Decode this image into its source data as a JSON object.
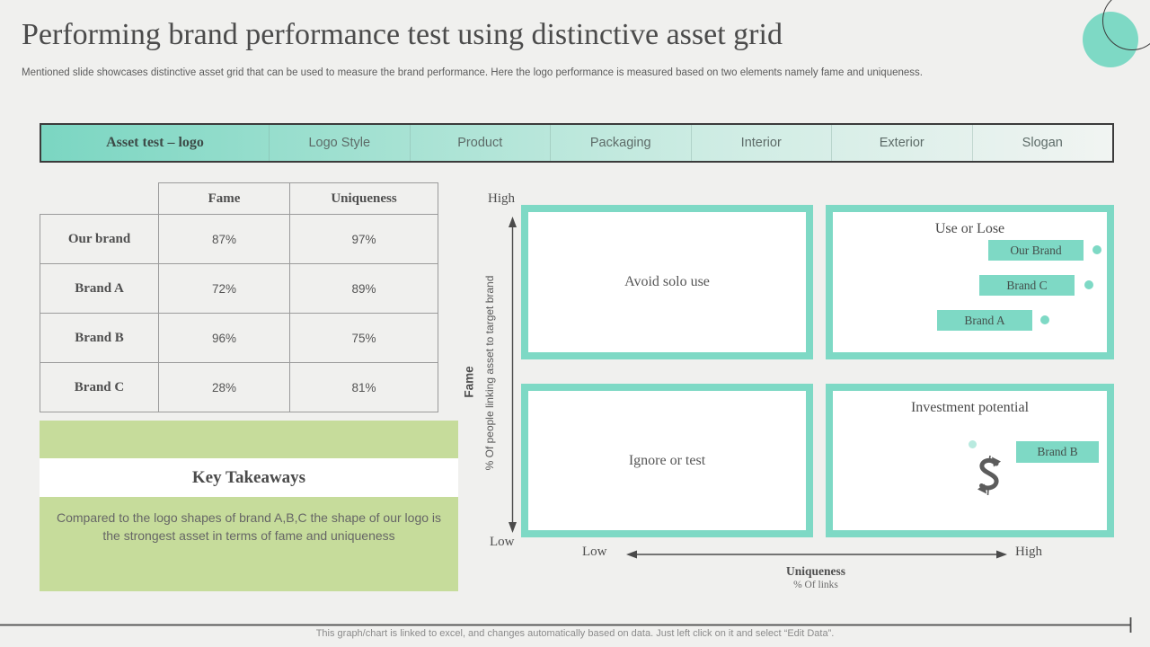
{
  "slide": {
    "title": "Performing brand performance test using distinctive asset grid",
    "subtitle": "Mentioned slide showcases distinctive asset grid that can be used to measure the brand performance. Here the logo performance is measured based on two elements namely fame and uniqueness.",
    "footer": "This graph/chart is linked to excel,  and changes automatically based on data. Just left click on it and select “Edit Data”."
  },
  "tabs": [
    {
      "label": "Asset test – logo",
      "active": true
    },
    {
      "label": "Logo Style",
      "active": false
    },
    {
      "label": "Product",
      "active": false
    },
    {
      "label": "Packaging",
      "active": false
    },
    {
      "label": "Interior",
      "active": false
    },
    {
      "label": "Exterior",
      "active": false
    },
    {
      "label": "Slogan",
      "active": false
    }
  ],
  "table": {
    "col_fame": "Fame",
    "col_uniqueness": "Uniqueness",
    "rows": [
      {
        "name": "Our brand",
        "fame": "87%",
        "uniqueness": "97%"
      },
      {
        "name": "Brand A",
        "fame": "72%",
        "uniqueness": "89%"
      },
      {
        "name": "Brand B",
        "fame": "96%",
        "uniqueness": "75%"
      },
      {
        "name": "Brand C",
        "fame": "28%",
        "uniqueness": "81%"
      }
    ]
  },
  "takeaways": {
    "title": "Key Takeaways",
    "body": "Compared to the logo shapes of brand A,B,C the shape of our logo is the strongest asset in terms of fame and uniqueness"
  },
  "axes": {
    "y": {
      "high": "High",
      "low": "Low",
      "label": "Fame",
      "sublabel": "% Of people linking asset to target brand"
    },
    "x": {
      "low": "Low",
      "high": "High",
      "label": "Uniqueness",
      "sublabel": "% Of links"
    }
  },
  "quadrants": {
    "tl": {
      "label": "Avoid solo use"
    },
    "tr": {
      "label": "Use or Lose",
      "points": [
        {
          "label": "Our Brand"
        },
        {
          "label": "Brand C"
        },
        {
          "label": "Brand A"
        }
      ]
    },
    "bl": {
      "label": "Ignore or test"
    },
    "br": {
      "label": "Investment potential",
      "points": [
        {
          "label": "Brand B"
        }
      ]
    }
  },
  "icons": {
    "dollar_cycle": "dollar-cycle-icon"
  },
  "colors": {
    "teal": "#7ed9c5",
    "green": "#c6dc9b",
    "background": "#f0f0ee",
    "dark_text": "#4b4b4b",
    "border_dark": "#3b3b3b"
  },
  "chart_data": [
    {
      "type": "table",
      "columns": [
        "",
        "Fame",
        "Uniqueness"
      ],
      "rows": [
        [
          "Our brand",
          "87%",
          "97%"
        ],
        [
          "Brand A",
          "72%",
          "89%"
        ],
        [
          "Brand B",
          "96%",
          "75%"
        ],
        [
          "Brand C",
          "28%",
          "81%"
        ]
      ]
    },
    {
      "type": "scatter",
      "title": "Distinctive asset grid (logo)",
      "xlabel": "Uniqueness — % Of links",
      "ylabel": "Fame — % Of people linking asset to target brand",
      "x_range": [
        "Low",
        "High"
      ],
      "y_range": [
        "Low",
        "High"
      ],
      "quadrant_labels": {
        "top_left": "Avoid solo use",
        "top_right": "Use or Lose",
        "bottom_left": "Ignore or test",
        "bottom_right": "Investment potential"
      },
      "points": [
        {
          "label": "Our Brand",
          "quadrant": "top_right",
          "fame": 87,
          "uniqueness": 97
        },
        {
          "label": "Brand C",
          "quadrant": "top_right",
          "fame": 28,
          "uniqueness": 81
        },
        {
          "label": "Brand A",
          "quadrant": "top_right",
          "fame": 72,
          "uniqueness": 89
        },
        {
          "label": "Brand B",
          "quadrant": "bottom_right",
          "fame": 96,
          "uniqueness": 75
        }
      ],
      "legend": "none",
      "grid": "off"
    }
  ]
}
